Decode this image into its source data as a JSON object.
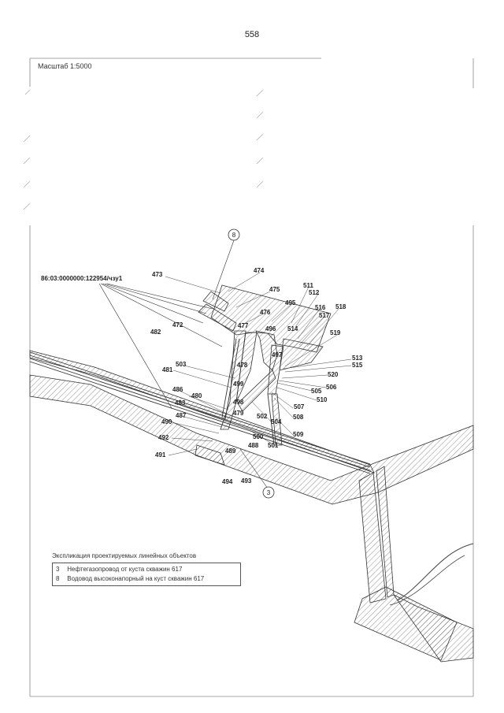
{
  "page_number": "558",
  "scale_label": "Масштаб 1:5000",
  "cadastral_label": "86:03:0000000:122954/чзу1",
  "callouts": [
    "8",
    "3"
  ],
  "point_numbers": [
    "473",
    "474",
    "475",
    "511",
    "512",
    "495",
    "516",
    "518",
    "517",
    "476",
    "477",
    "496",
    "514",
    "472",
    "482",
    "519",
    "497",
    "513",
    "515",
    "503",
    "478",
    "520",
    "481",
    "499",
    "505",
    "506",
    "510",
    "486",
    "480",
    "483",
    "498",
    "507",
    "487",
    "479",
    "502",
    "508",
    "504",
    "490",
    "509",
    "500",
    "492",
    "488",
    "501",
    "491",
    "489",
    "494",
    "493"
  ],
  "legend": {
    "title": "Экспликация проектируемых линейных объектов",
    "items": [
      {
        "num": "3",
        "text": "Нефтегазопровод от куста скважин 617"
      },
      {
        "num": "8",
        "text": "Водовод высоконапорный на куст скважин 617"
      }
    ]
  }
}
